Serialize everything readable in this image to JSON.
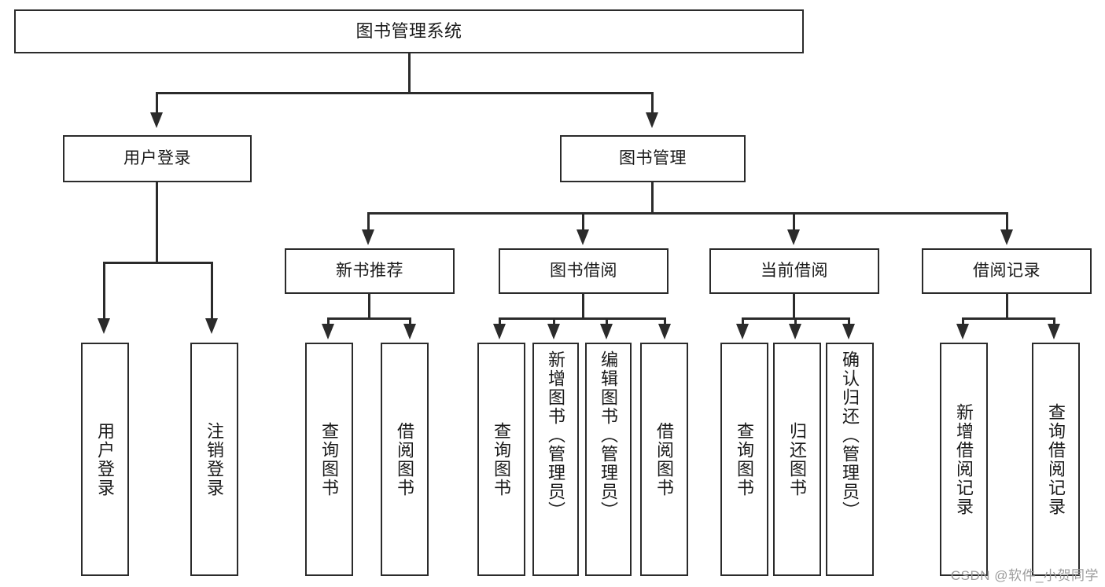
{
  "diagram": {
    "title": "图书管理系统",
    "type": "tree-hierarchy",
    "watermark": "CSDN @软件_小贺同学",
    "colors": {
      "stroke": "#2b2b2b",
      "fill": "#ffffff",
      "text": "#1a1a1a",
      "watermark": "#9b9b9b"
    },
    "levels": {
      "root": "图书管理系统",
      "level2": [
        "用户登录",
        "图书管理"
      ],
      "level3": [
        "新书推荐",
        "图书借阅",
        "当前借阅",
        "借阅记录"
      ]
    }
  },
  "nodes": {
    "root": {
      "label": "图书管理系统"
    },
    "user_login": {
      "label": "用户登录"
    },
    "book_manage": {
      "label": "图书管理"
    },
    "new_book_rec": {
      "label": "新书推荐"
    },
    "book_borrow": {
      "label": "图书借阅"
    },
    "current_borrow": {
      "label": "当前借阅"
    },
    "borrow_record": {
      "label": "借阅记录"
    },
    "leaf_user_login": {
      "label": "用户登录"
    },
    "leaf_logout": {
      "label": "注销登录"
    },
    "leaf_query_book_1": {
      "label": "查询图书"
    },
    "leaf_borrow_book_1": {
      "label": "借阅图书"
    },
    "leaf_query_book_2": {
      "label": "查询图书"
    },
    "leaf_add_book": {
      "label": "新增图书（管理员）"
    },
    "leaf_edit_book": {
      "label": "编辑图书（管理员）"
    },
    "leaf_borrow_book_2": {
      "label": "借阅图书"
    },
    "leaf_query_book_3": {
      "label": "查询图书"
    },
    "leaf_return_book": {
      "label": "归还图书"
    },
    "leaf_confirm_return": {
      "label": "确认归还（管理员）"
    },
    "leaf_add_record": {
      "label": "新增借阅记录"
    },
    "leaf_query_record": {
      "label": "查询借阅记录"
    }
  }
}
